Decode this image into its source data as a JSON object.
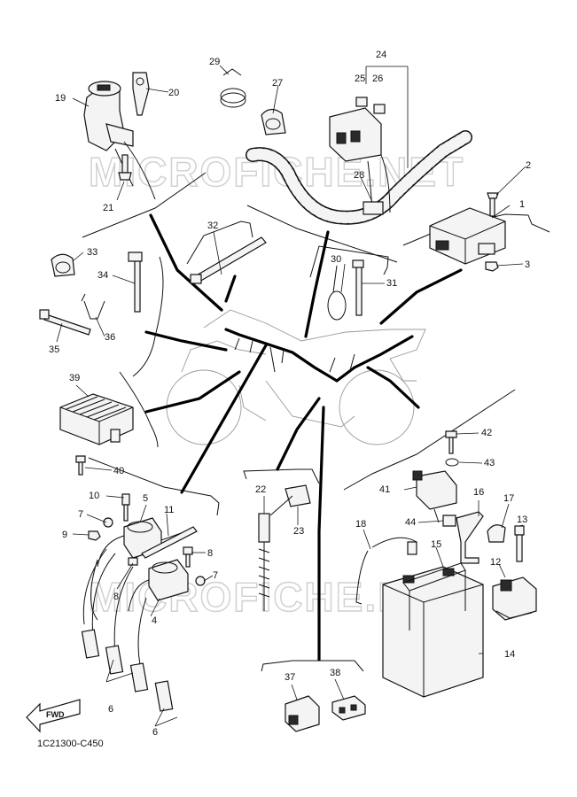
{
  "diagram": {
    "code": "1C21300-C450",
    "watermark": "MICROFICHE.NET",
    "direction_label": "FWD",
    "part_numbers": [
      "1",
      "2",
      "3",
      "4",
      "5",
      "6",
      "6",
      "7",
      "7",
      "8",
      "8",
      "9",
      "10",
      "11",
      "12",
      "13",
      "14",
      "15",
      "16",
      "17",
      "18",
      "19",
      "20",
      "21",
      "22",
      "23",
      "24",
      "25",
      "26",
      "27",
      "28",
      "29",
      "30",
      "31",
      "32",
      "33",
      "34",
      "35",
      "36",
      "37",
      "38",
      "39",
      "40",
      "41",
      "42",
      "43",
      "44"
    ]
  }
}
